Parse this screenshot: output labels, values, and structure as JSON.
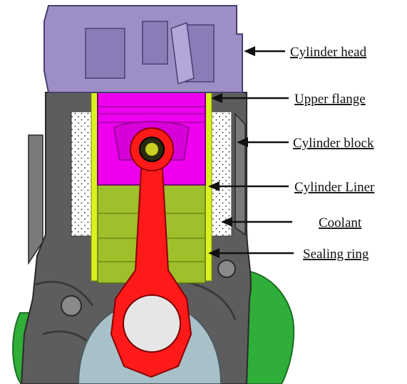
{
  "diagram": {
    "labels": {
      "cylinder_head": "Cylinder head",
      "upper_flange": "Upper flange",
      "cylinder_block": "Cylinder block",
      "cylinder_liner": "Cylinder Liner",
      "coolant": "Coolant",
      "sealing_ring": "Sealing ring"
    },
    "colors": {
      "cylinder_head": "#9d8fc6",
      "cylinder_block": "#5d5d5d",
      "piston": "#ee00ee",
      "connecting_rod": "#ff1a1a",
      "liner_lower": "#9fc02a",
      "liner_edge": "#dcf21e",
      "coolant": "#ffffff",
      "crankcase": "#2fae3a",
      "crank_disc": "#a8c0c8",
      "leader": "#111111"
    }
  }
}
